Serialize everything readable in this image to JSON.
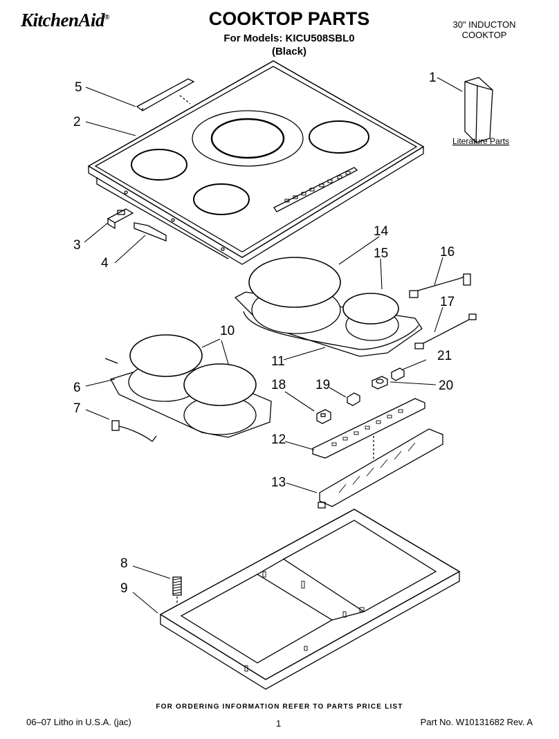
{
  "header": {
    "brand": "KitchenAid",
    "title": "COOKTOP PARTS",
    "models_line": "For Models: KICU508SBL0",
    "color_line": "(Black)",
    "model_name_line1": "30\" INDUCTON",
    "model_name_line2": "COOKTOP"
  },
  "callouts": {
    "c1": "1",
    "c2": "2",
    "c3": "3",
    "c4": "4",
    "c5": "5",
    "c6": "6",
    "c7": "7",
    "c8": "8",
    "c9": "9",
    "c10": "10",
    "c11": "11",
    "c12": "12",
    "c13": "13",
    "c14": "14",
    "c15": "15",
    "c16": "16",
    "c17": "17",
    "c18": "18",
    "c19": "19",
    "c20": "20",
    "c21": "21"
  },
  "literature_label": "Literature Parts",
  "footer": {
    "ordering_note": "FOR ORDERING INFORMATION REFER TO PARTS PRICE LIST",
    "litho": "06–07 Litho in U.S.A. (jac)",
    "page_number": "1",
    "part_number": "Part No. W10131682 Rev. A"
  }
}
